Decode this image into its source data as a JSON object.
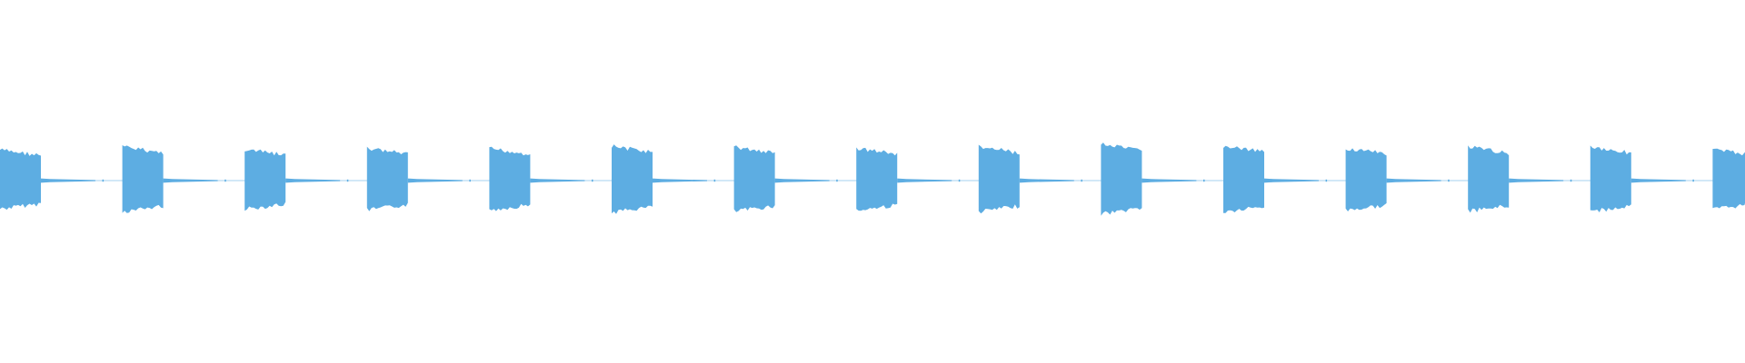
{
  "waveform": {
    "color": "#5DADE2",
    "background": "#FFFFFF",
    "pulse_count": 15,
    "pulse_peak_levels": [
      0.89,
      0.98,
      0.9,
      0.93,
      0.93,
      1.0,
      0.97,
      0.94,
      0.98,
      1.05,
      1.0,
      0.94,
      0.97,
      0.98,
      0.9
    ],
    "pulse_tail_level": 0.04,
    "silence_level": 0.0
  }
}
